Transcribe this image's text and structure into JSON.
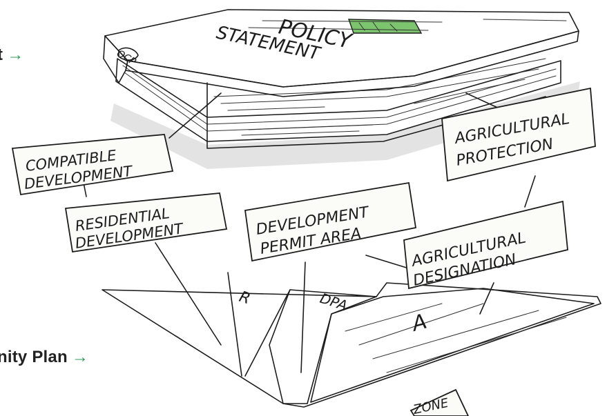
{
  "side_links": {
    "top": {
      "label": "t",
      "arrow": "→"
    },
    "bottom": {
      "label": "nity Plan",
      "arrow": "→"
    }
  },
  "book": {
    "cover_line1": "POLICY",
    "cover_line2": "STATEMENT",
    "spine": "OCP"
  },
  "callouts": {
    "compatible": [
      "COMPATIBLE",
      "DEVELOPMENT"
    ],
    "residential": [
      "RESIDENTIAL",
      "DEVELOPMENT"
    ],
    "permit": [
      "DEVELOPMENT",
      "PERMIT AREA"
    ],
    "ag_protection": [
      "AGRICULTURAL",
      "PROTECTION"
    ],
    "ag_designation": [
      "AGRICULTURAL",
      "DESIGNATION"
    ]
  },
  "map": {
    "zone_r": "R",
    "zone_dpa": "DPA",
    "zone_a": "A",
    "zone_label": "ZONE"
  },
  "colors": {
    "accent_arrow": "#2e9b58",
    "cover_green": "#7cc46e",
    "ink": "#1c1c1c",
    "shadow_gray": "#d9d9d9"
  }
}
